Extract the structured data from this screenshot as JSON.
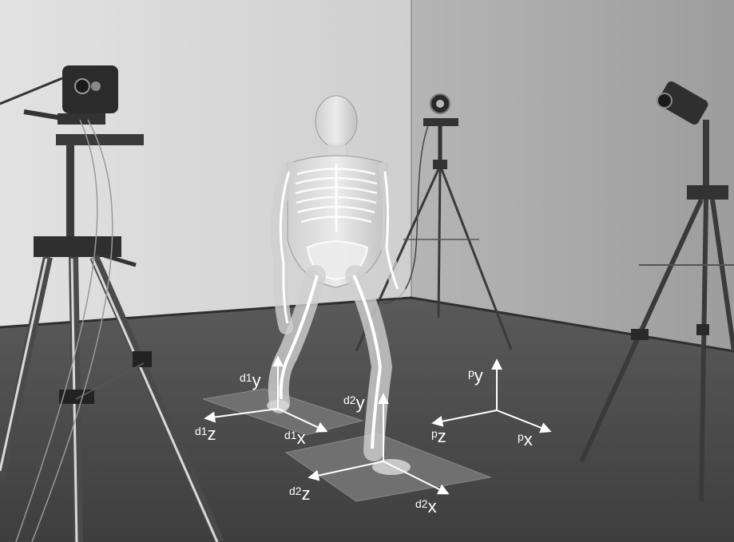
{
  "diagram": {
    "coordinate_systems": [
      {
        "id": "d1",
        "axes": [
          {
            "id": "d1-y",
            "sup": "d1",
            "letter": "y"
          },
          {
            "id": "d1-z",
            "sup": "d1",
            "letter": "z"
          },
          {
            "id": "d1-x",
            "sup": "d1",
            "letter": "x"
          }
        ]
      },
      {
        "id": "d2",
        "axes": [
          {
            "id": "d2-y",
            "sup": "d2",
            "letter": "y"
          },
          {
            "id": "d2-z",
            "sup": "d2",
            "letter": "z"
          },
          {
            "id": "d2-x",
            "sup": "d2",
            "letter": "x"
          }
        ]
      },
      {
        "id": "p",
        "axes": [
          {
            "id": "p-y",
            "sup": "p",
            "letter": "y"
          },
          {
            "id": "p-z",
            "sup": "p",
            "letter": "z"
          },
          {
            "id": "p-x",
            "sup": "p",
            "letter": "x"
          }
        ]
      }
    ],
    "elements": {
      "cameras": [
        "camera-left",
        "camera-center",
        "camera-right"
      ],
      "subject": "walking-person-with-skeleton",
      "force_plates": [
        "force-plate-1",
        "force-plate-2"
      ]
    },
    "colors": {
      "left_wall": "#d6d6d6",
      "right_wall": "#a9a9a9",
      "floor": "#4a4a4a",
      "force_plate": "#6e6e6e",
      "axis": "#ffffff"
    }
  }
}
